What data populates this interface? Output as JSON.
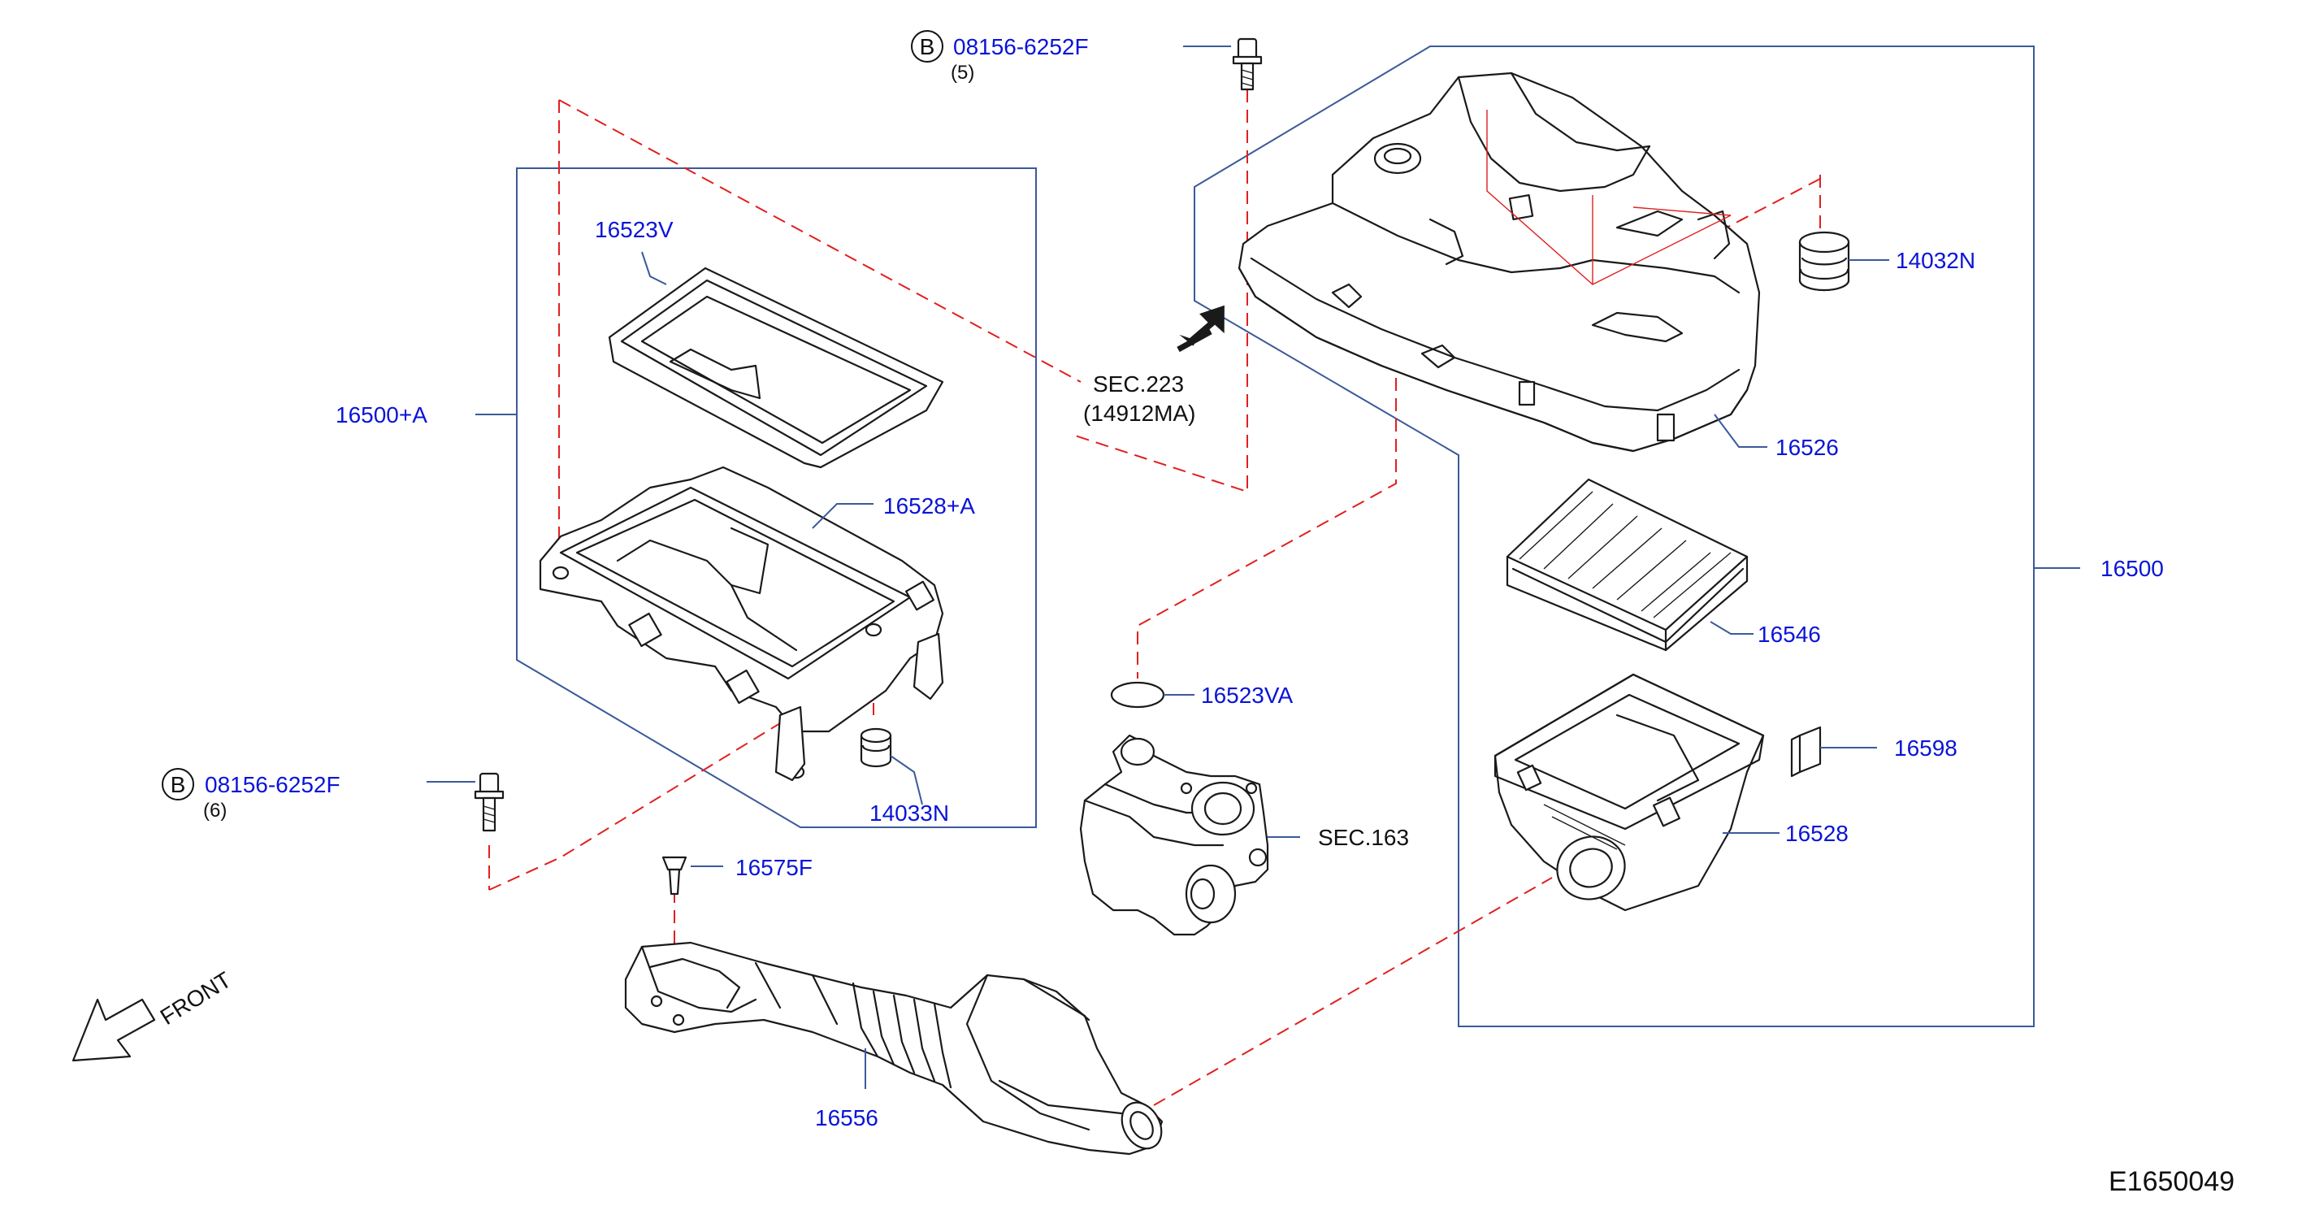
{
  "diagram_code": "E1650049",
  "callouts": {
    "bolt_top": {
      "marker": "B",
      "part": "08156-6252F",
      "qty": "(5)"
    },
    "bolt_left": {
      "marker": "B",
      "part": "08156-6252F",
      "qty": "(6)"
    },
    "c14032N": "14032N",
    "c16526": "16526",
    "c16500": "16500",
    "c16546": "16546",
    "c16598": "16598",
    "c16528": "16528",
    "c16523V": "16523V",
    "c16500A": "16500+A",
    "c16528A": "16528+A",
    "c14033N": "14033N",
    "c16523VA": "16523VA",
    "c16575F": "16575F",
    "c16556": "16556"
  },
  "references": {
    "sec223": "SEC.223",
    "sec223_sub": "(14912MA)",
    "sec163": "SEC.163"
  },
  "front_label": "FRONT",
  "colors": {
    "part_number": "#0a14d8",
    "frame": "#3b5a9a",
    "hidden_line": "#e0201f",
    "drawing": "#1a1a1a"
  }
}
